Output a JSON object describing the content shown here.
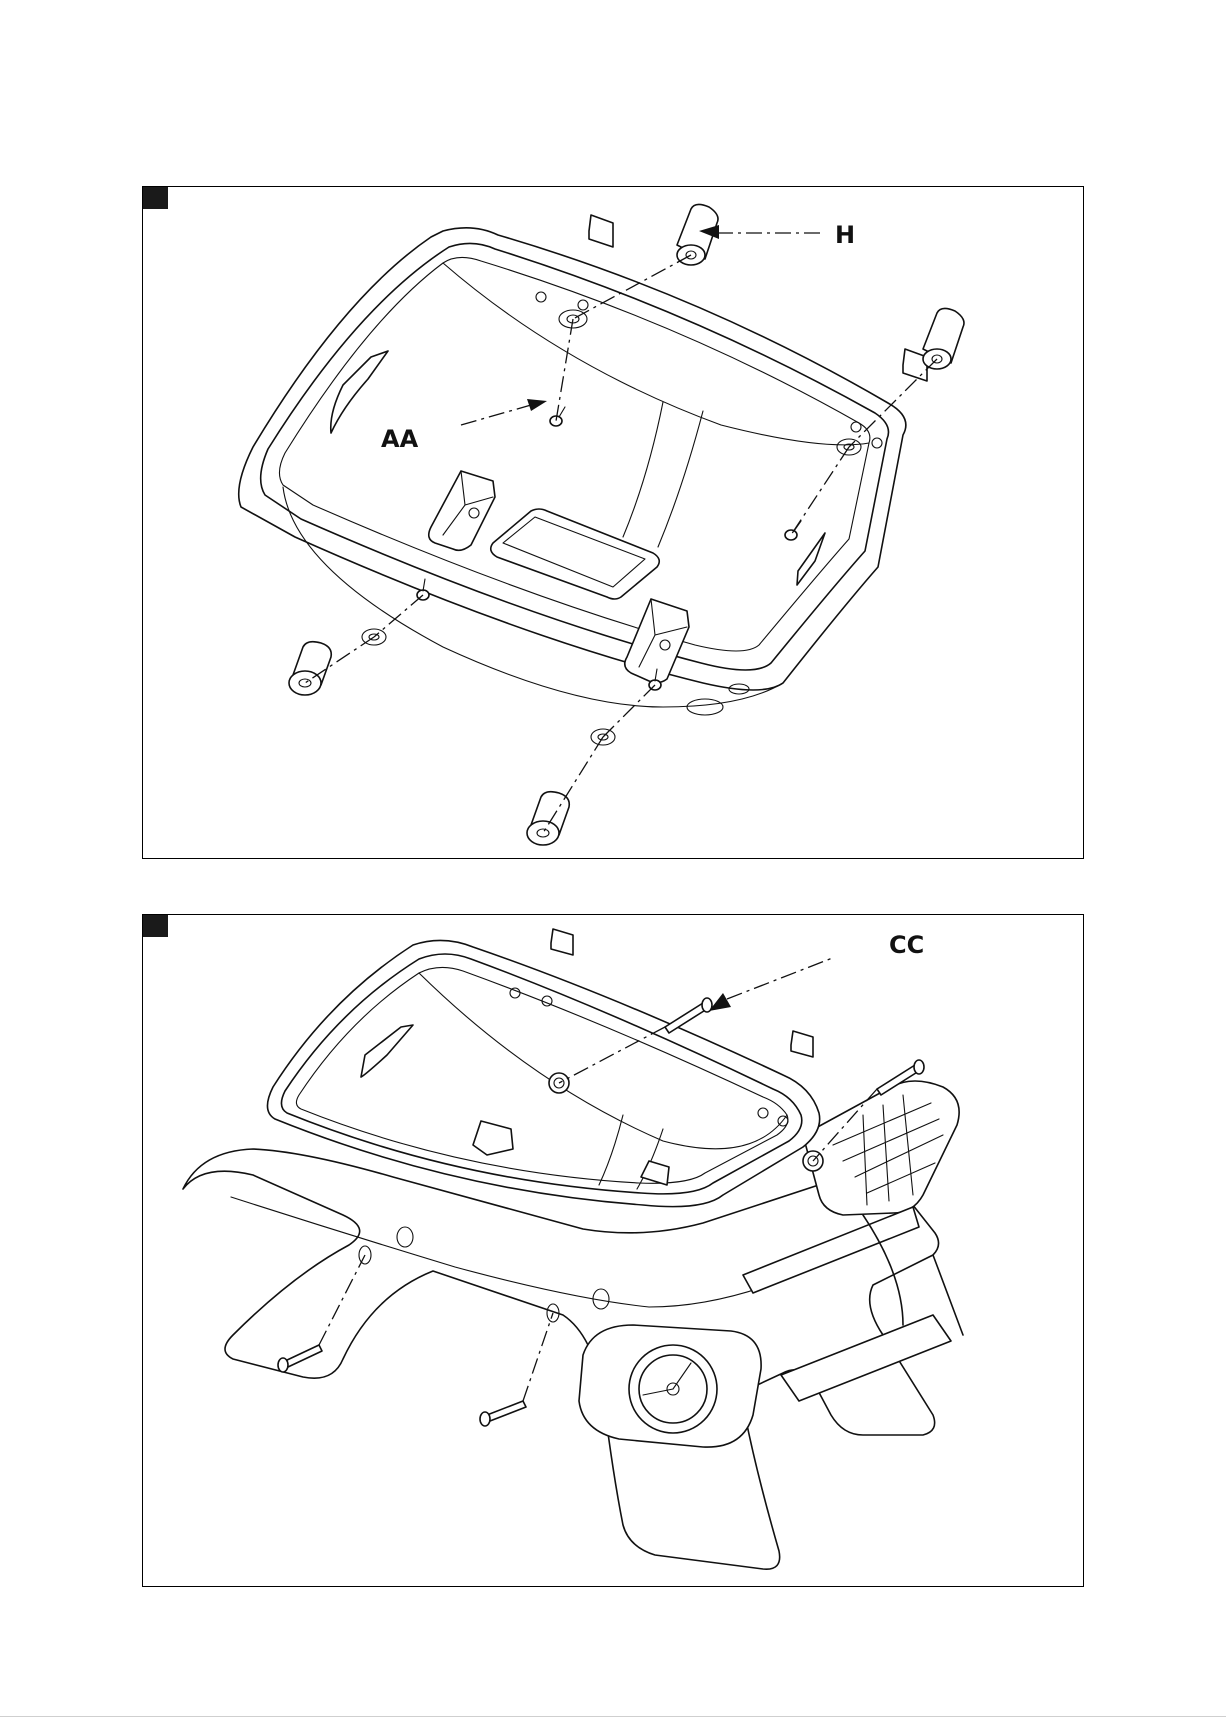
{
  "diagram": {
    "panels": [
      {
        "callouts": [
          "H",
          "AA"
        ]
      },
      {
        "callouts": [
          "CC"
        ]
      }
    ]
  }
}
